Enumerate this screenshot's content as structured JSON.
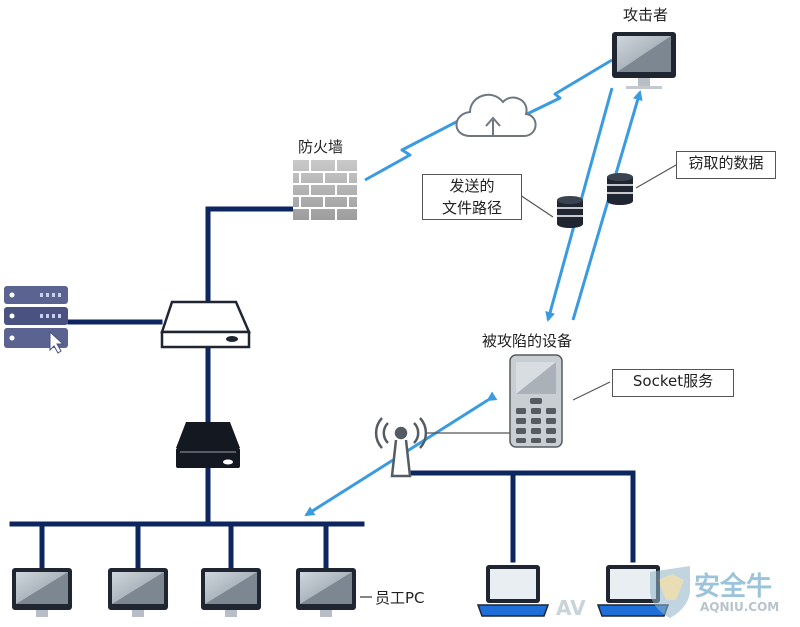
{
  "labels": {
    "attacker": "攻击者",
    "firewall": "防火墙",
    "compromised_device": "被攻陷的设备",
    "employee_pc": "员工PC"
  },
  "callouts": {
    "sent_path_line1": "发送的",
    "sent_path_line2": "文件路径",
    "stolen_data": "窃取的数据",
    "socket_service": "Socket服务"
  },
  "watermark": {
    "text_cn": "安全牛",
    "text_en": "AQNIU.COM",
    "text_prefix": "AV"
  },
  "colors": {
    "network_line": "#0e2660",
    "attack_arrow": "#3a9be0",
    "device_dark": "#1f2632",
    "laptop_screen": "#1f6fd8"
  }
}
